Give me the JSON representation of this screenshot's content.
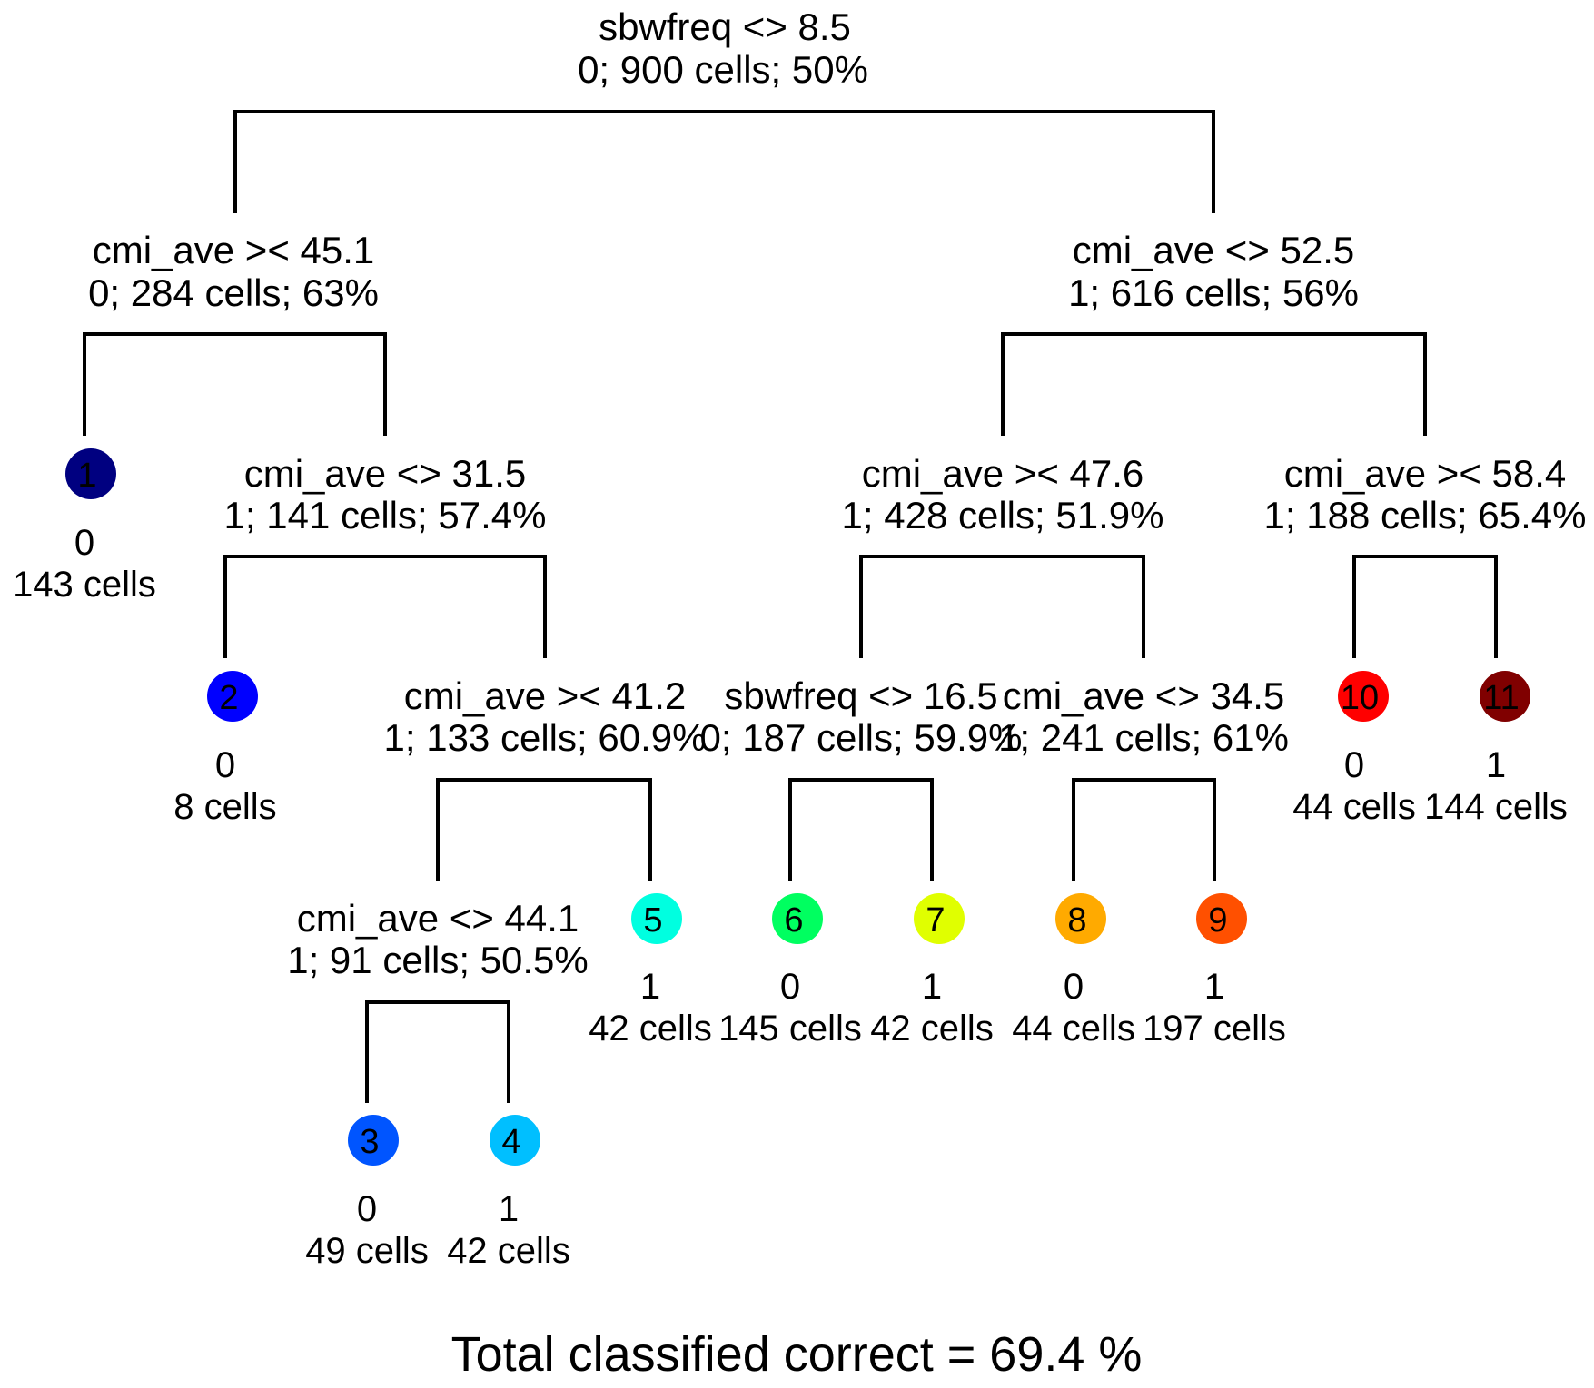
{
  "splits": {
    "n0": {
      "rule": "sbwfreq <> 8.5",
      "stats": "0; 900 cells; 50%"
    },
    "n1": {
      "rule": "cmi_ave >< 45.1",
      "stats": "0; 284 cells; 63%"
    },
    "n2": {
      "rule": "cmi_ave <> 52.5",
      "stats": "1; 616 cells; 56%"
    },
    "n3": {
      "rule": "cmi_ave <> 31.5",
      "stats": "1; 141 cells; 57.4%"
    },
    "n4": {
      "rule": "cmi_ave >< 47.6",
      "stats": "1; 428 cells; 51.9%"
    },
    "n5": {
      "rule": "cmi_ave >< 58.4",
      "stats": "1; 188 cells; 65.4%"
    },
    "n6": {
      "rule": "cmi_ave >< 41.2",
      "stats": "1; 133 cells; 60.9%"
    },
    "n7": {
      "rule": "sbwfreq <> 16.5",
      "stats": "0; 187 cells; 59.9%"
    },
    "n8": {
      "rule": "cmi_ave <> 34.5",
      "stats": "1; 241 cells; 61%"
    },
    "n9": {
      "rule": "cmi_ave <> 44.1",
      "stats": "1; 91 cells; 50.5%"
    }
  },
  "leaves": [
    {
      "id": "1",
      "class": "0",
      "cells": "143 cells",
      "color": "#000080"
    },
    {
      "id": "2",
      "class": "0",
      "cells": "8 cells",
      "color": "#0000ff"
    },
    {
      "id": "3",
      "class": "0",
      "cells": "49 cells",
      "color": "#0055ff"
    },
    {
      "id": "4",
      "class": "1",
      "cells": "42 cells",
      "color": "#00bfff"
    },
    {
      "id": "5",
      "class": "1",
      "cells": "42 cells",
      "color": "#00ffe0"
    },
    {
      "id": "6",
      "class": "0",
      "cells": "145 cells",
      "color": "#00ff60"
    },
    {
      "id": "7",
      "class": "1",
      "cells": "42 cells",
      "color": "#e0ff00"
    },
    {
      "id": "8",
      "class": "0",
      "cells": "44 cells",
      "color": "#ffaa00"
    },
    {
      "id": "9",
      "class": "1",
      "cells": "197 cells",
      "color": "#ff5000"
    },
    {
      "id": "10",
      "class": "0",
      "cells": "44 cells",
      "color": "#ff0000"
    },
    {
      "id": "11",
      "class": "1",
      "cells": "144 cells",
      "color": "#800000"
    }
  ],
  "footer": "Total classified correct = 69.4 %"
}
